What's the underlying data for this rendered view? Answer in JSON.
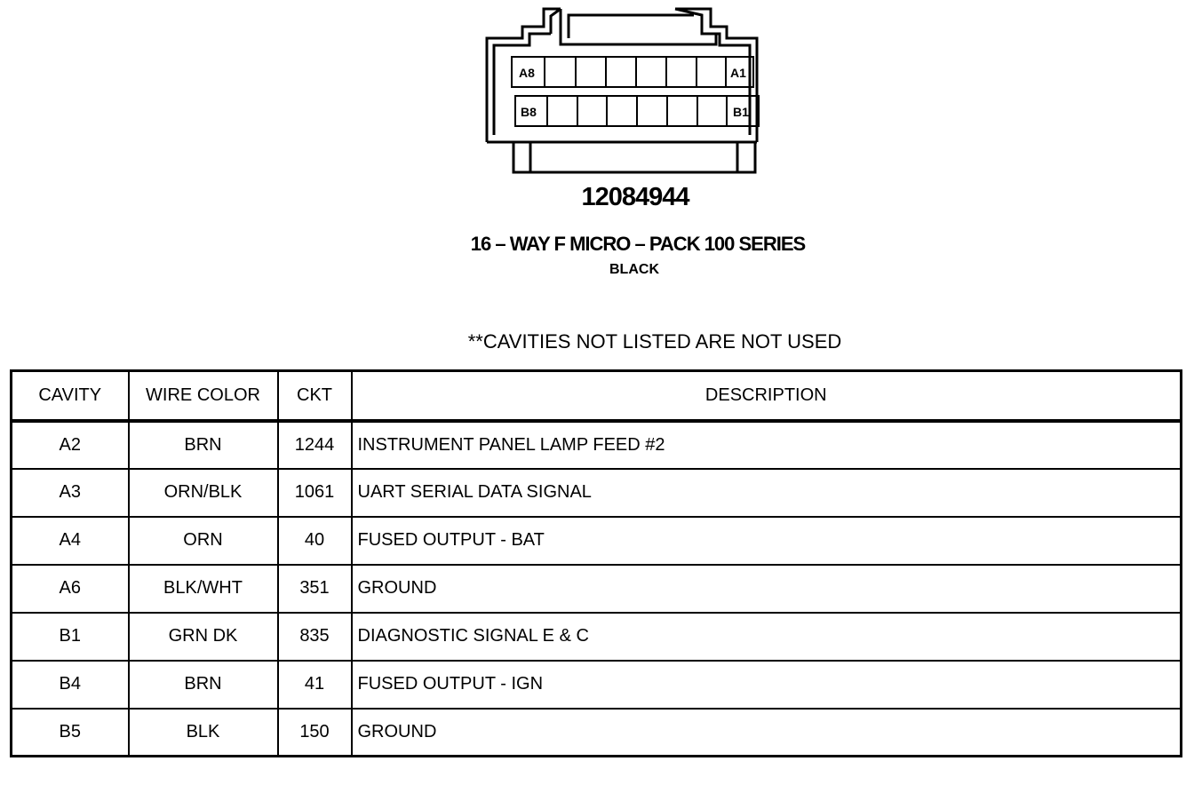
{
  "connector": {
    "pins_top": {
      "left": "A8",
      "right": "A1"
    },
    "pins_bottom": {
      "left": "B8",
      "right": "B1"
    },
    "part_number": "12084944",
    "name": "16 – WAY F MICRO – PACK 100 SERIES",
    "color": "BLACK"
  },
  "note": "**CAVITIES NOT LISTED ARE NOT USED",
  "table": {
    "headers": {
      "cavity": "CAVITY",
      "wire_color": "WIRE COLOR",
      "ckt": "CKT",
      "description": "DESCRIPTION"
    },
    "rows": [
      {
        "cavity": "A2",
        "wire_color": "BRN",
        "ckt": "1244",
        "description": "INSTRUMENT PANEL LAMP FEED #2"
      },
      {
        "cavity": "A3",
        "wire_color": "ORN/BLK",
        "ckt": "1061",
        "description": "UART SERIAL DATA SIGNAL"
      },
      {
        "cavity": "A4",
        "wire_color": "ORN",
        "ckt": "40",
        "description": "FUSED OUTPUT - BAT"
      },
      {
        "cavity": "A6",
        "wire_color": "BLK/WHT",
        "ckt": "351",
        "description": "GROUND"
      },
      {
        "cavity": "B1",
        "wire_color": "GRN DK",
        "ckt": "835",
        "description": "DIAGNOSTIC SIGNAL E & C"
      },
      {
        "cavity": "B4",
        "wire_color": "BRN",
        "ckt": "41",
        "description": "FUSED OUTPUT - IGN"
      },
      {
        "cavity": "B5",
        "wire_color": "BLK",
        "ckt": "150",
        "description": "GROUND"
      }
    ]
  }
}
